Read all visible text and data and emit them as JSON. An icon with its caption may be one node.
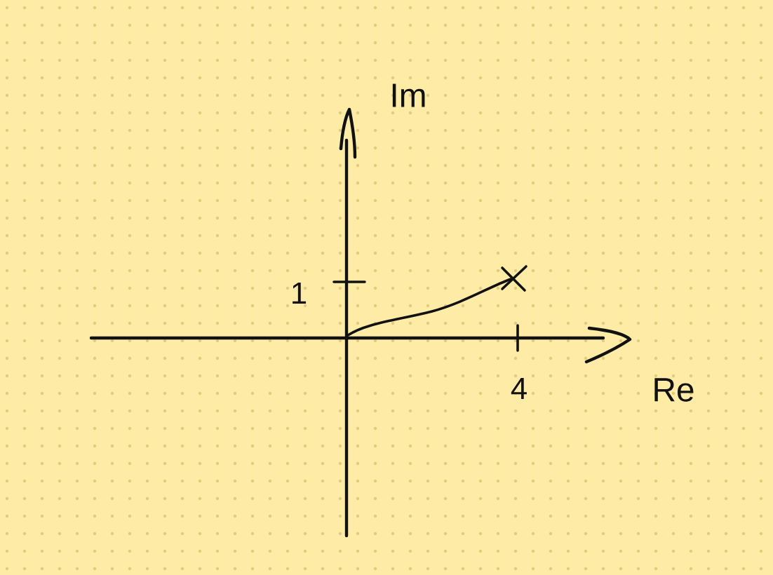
{
  "diagram": {
    "labels": [
      "Im",
      "1",
      "4",
      "Re"
    ]
  }
}
